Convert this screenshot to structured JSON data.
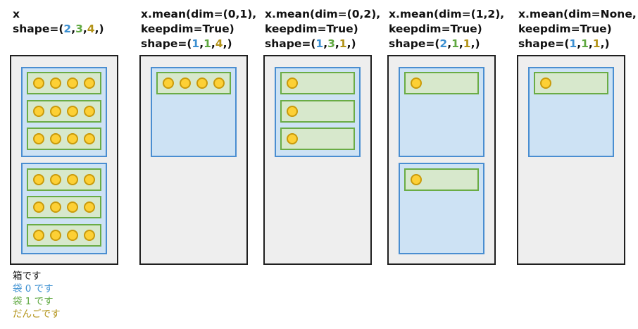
{
  "columns": [
    {
      "lines": [
        [
          {
            "t": "x",
            "c": "black"
          }
        ],
        [
          {
            "t": "shape=(",
            "c": "black"
          },
          {
            "t": "2",
            "c": "blue"
          },
          {
            "t": ",",
            "c": "black"
          },
          {
            "t": "3",
            "c": "green"
          },
          {
            "t": ",",
            "c": "black"
          },
          {
            "t": "4",
            "c": "gold"
          },
          {
            "t": ",)",
            "c": "black"
          }
        ]
      ]
    },
    {
      "lines": [
        [
          {
            "t": "x.mean(dim=(0,1),",
            "c": "black"
          }
        ],
        [
          {
            "t": "keepdim=True)",
            "c": "black"
          }
        ],
        [
          {
            "t": "shape=(",
            "c": "black"
          },
          {
            "t": "1",
            "c": "blue"
          },
          {
            "t": ",",
            "c": "black"
          },
          {
            "t": "1",
            "c": "green"
          },
          {
            "t": ",",
            "c": "black"
          },
          {
            "t": "4",
            "c": "gold"
          },
          {
            "t": ",)",
            "c": "black"
          }
        ]
      ]
    },
    {
      "lines": [
        [
          {
            "t": "x.mean(dim=(0,2),",
            "c": "black"
          }
        ],
        [
          {
            "t": "keepdim=True)",
            "c": "black"
          }
        ],
        [
          {
            "t": "shape=(",
            "c": "black"
          },
          {
            "t": "1",
            "c": "blue"
          },
          {
            "t": ",",
            "c": "black"
          },
          {
            "t": "3",
            "c": "green"
          },
          {
            "t": ",",
            "c": "black"
          },
          {
            "t": "1",
            "c": "gold"
          },
          {
            "t": ",)",
            "c": "black"
          }
        ]
      ]
    },
    {
      "lines": [
        [
          {
            "t": "x.mean(dim=(1,2),",
            "c": "black"
          }
        ],
        [
          {
            "t": "keepdim=True)",
            "c": "black"
          }
        ],
        [
          {
            "t": "shape=(",
            "c": "black"
          },
          {
            "t": "2",
            "c": "blue"
          },
          {
            "t": ",",
            "c": "black"
          },
          {
            "t": "1",
            "c": "green"
          },
          {
            "t": ",",
            "c": "black"
          },
          {
            "t": "1",
            "c": "gold"
          },
          {
            "t": ",)",
            "c": "black"
          }
        ]
      ]
    },
    {
      "lines": [
        [
          {
            "t": "x.mean(dim=None,",
            "c": "black"
          }
        ],
        [
          {
            "t": "keepdim=True)",
            "c": "black"
          }
        ],
        [
          {
            "t": "shape=(",
            "c": "black"
          },
          {
            "t": "1",
            "c": "blue"
          },
          {
            "t": ",",
            "c": "black"
          },
          {
            "t": "1",
            "c": "green"
          },
          {
            "t": ",",
            "c": "black"
          },
          {
            "t": "1",
            "c": "gold"
          },
          {
            "t": ",)",
            "c": "black"
          }
        ]
      ]
    }
  ],
  "legend": {
    "box": "箱です",
    "bag0": "袋 0 です",
    "bag1": "袋 1 です",
    "dango": "だんごです"
  },
  "colors": {
    "box_border": "#1f1f1f",
    "bag0": "#4a8ed1",
    "bag1": "#6aac45",
    "dango": "#fdd035"
  }
}
